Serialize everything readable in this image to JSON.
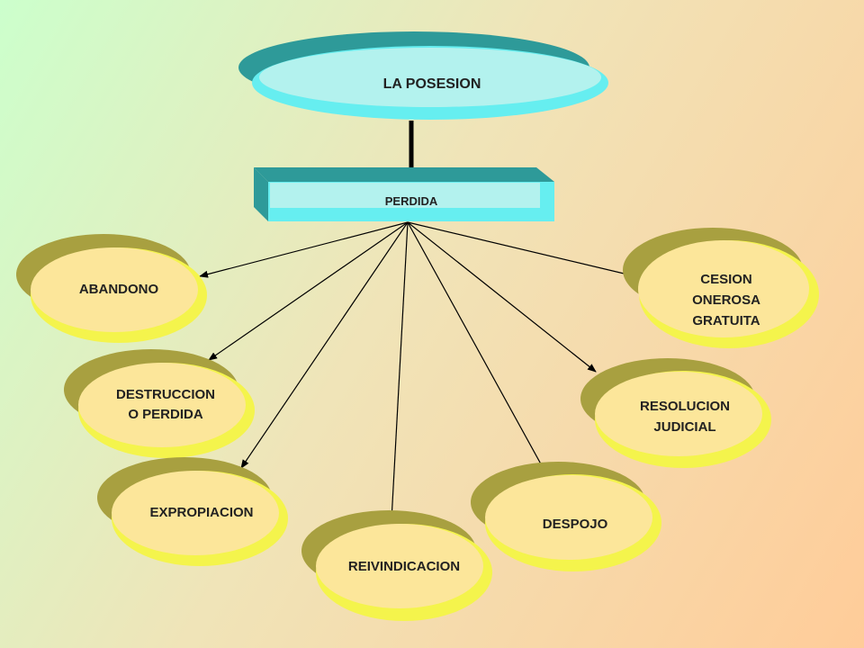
{
  "diagram": {
    "title": "LA POSESION",
    "subtitle": "PERDIDA",
    "nodes": [
      {
        "id": "abandono",
        "label": "ABANDONO"
      },
      {
        "id": "destruccion",
        "label1": "DESTRUCCION",
        "label2": "O PERDIDA"
      },
      {
        "id": "expropiacion",
        "label": "EXPROPIACION"
      },
      {
        "id": "reivindicacion",
        "label": "REIVINDICACION"
      },
      {
        "id": "despojo",
        "label": "DESPOJO"
      },
      {
        "id": "resolucion",
        "label1": "RESOLUCION",
        "label2": "JUDICIAL"
      },
      {
        "id": "cesion",
        "label1": "CESION",
        "label2": "ONEROSA",
        "label3": "GRATUITA"
      }
    ]
  },
  "colors": {
    "top_oval_outer": "#2e9a99",
    "top_oval_inner": "#b3f2ee",
    "rect_front": "#66eef0",
    "rect_side": "#2e9a99",
    "node_back": "#a8a040",
    "node_mid": "#f4f44c",
    "node_front": "#fce69a",
    "connector": "#000000"
  }
}
